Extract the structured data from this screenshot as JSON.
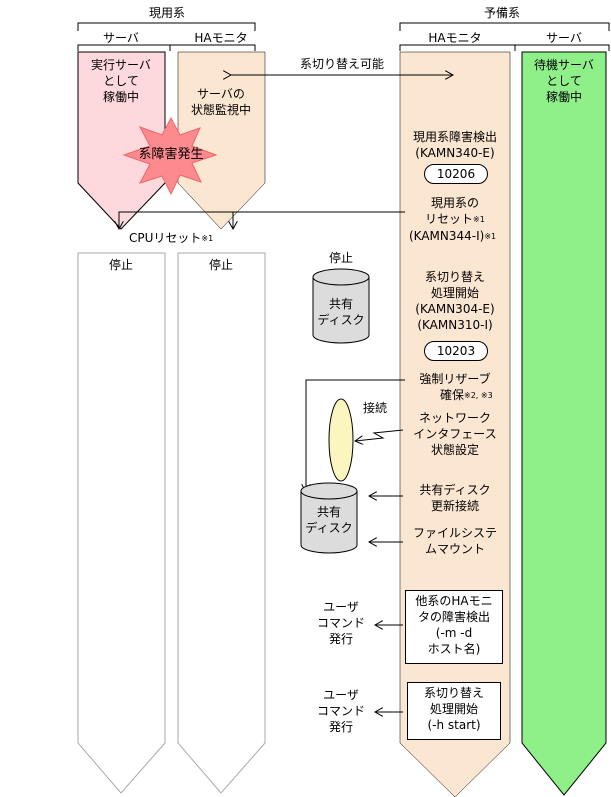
{
  "groups": {
    "active": "現用系",
    "standby": "予備系"
  },
  "columns": {
    "active_server": "サーバ",
    "active_ha": "HAモニタ",
    "standby_ha": "HAモニタ",
    "standby_server": "サーバ"
  },
  "active_server_state": [
    "実行サーバ",
    "として",
    "稼働中"
  ],
  "active_ha_state": [
    "サーバの",
    "状態監視中"
  ],
  "switchable": "系切り替え可能",
  "standby_server_state": [
    "待機サーバ",
    "として",
    "稼働中"
  ],
  "failure_burst": "系障害発生",
  "steps": {
    "detect": [
      "現用系障害検出",
      "(KAMN340-E)"
    ],
    "detect_code": "10206",
    "reset_line1": "現用系の",
    "reset_line2": "リセット",
    "reset_line3": "(KAMN344-I)",
    "reset_note": "※1",
    "switch_start": [
      "系切り替え",
      "処理開始",
      "(KAMN304-E)",
      "(KAMN310-I)"
    ],
    "switch_code": "10203",
    "reserve_line1": "強制リザーブ",
    "reserve_line2": "確保",
    "reserve_note": "※2, ※3",
    "network": [
      "ネットワーク",
      "インタフェース",
      "状態設定"
    ],
    "disk_update": [
      "共有ディスク",
      "更新接続"
    ],
    "fs_mount": [
      "ファイルシステ",
      "ムマウント"
    ],
    "other_failure": [
      "他系のHAモニ",
      "タの障害検出",
      "(-m -d",
      "ホスト名)"
    ],
    "switch_cmd": [
      "系切り替え",
      "処理開始",
      "(-h start)"
    ]
  },
  "cpu_reset": "CPUリセット",
  "cpu_reset_note": "※1",
  "stopped_server": "停止",
  "stopped_ha": "停止",
  "disk_stop_label": "停止",
  "shared_disk": [
    "共有",
    "ディスク"
  ],
  "connect_label": "接続",
  "user_cmd": [
    "ユーザ",
    "コマンド",
    "発行"
  ],
  "colors": {
    "active_server": "#fdd8dc",
    "ha_monitor": "#fbe6d2",
    "standby_server": "#8ff08a",
    "burst": "#fd8a8f",
    "ellipse": "#fbf6c0",
    "disk": "#dcdcdc"
  }
}
